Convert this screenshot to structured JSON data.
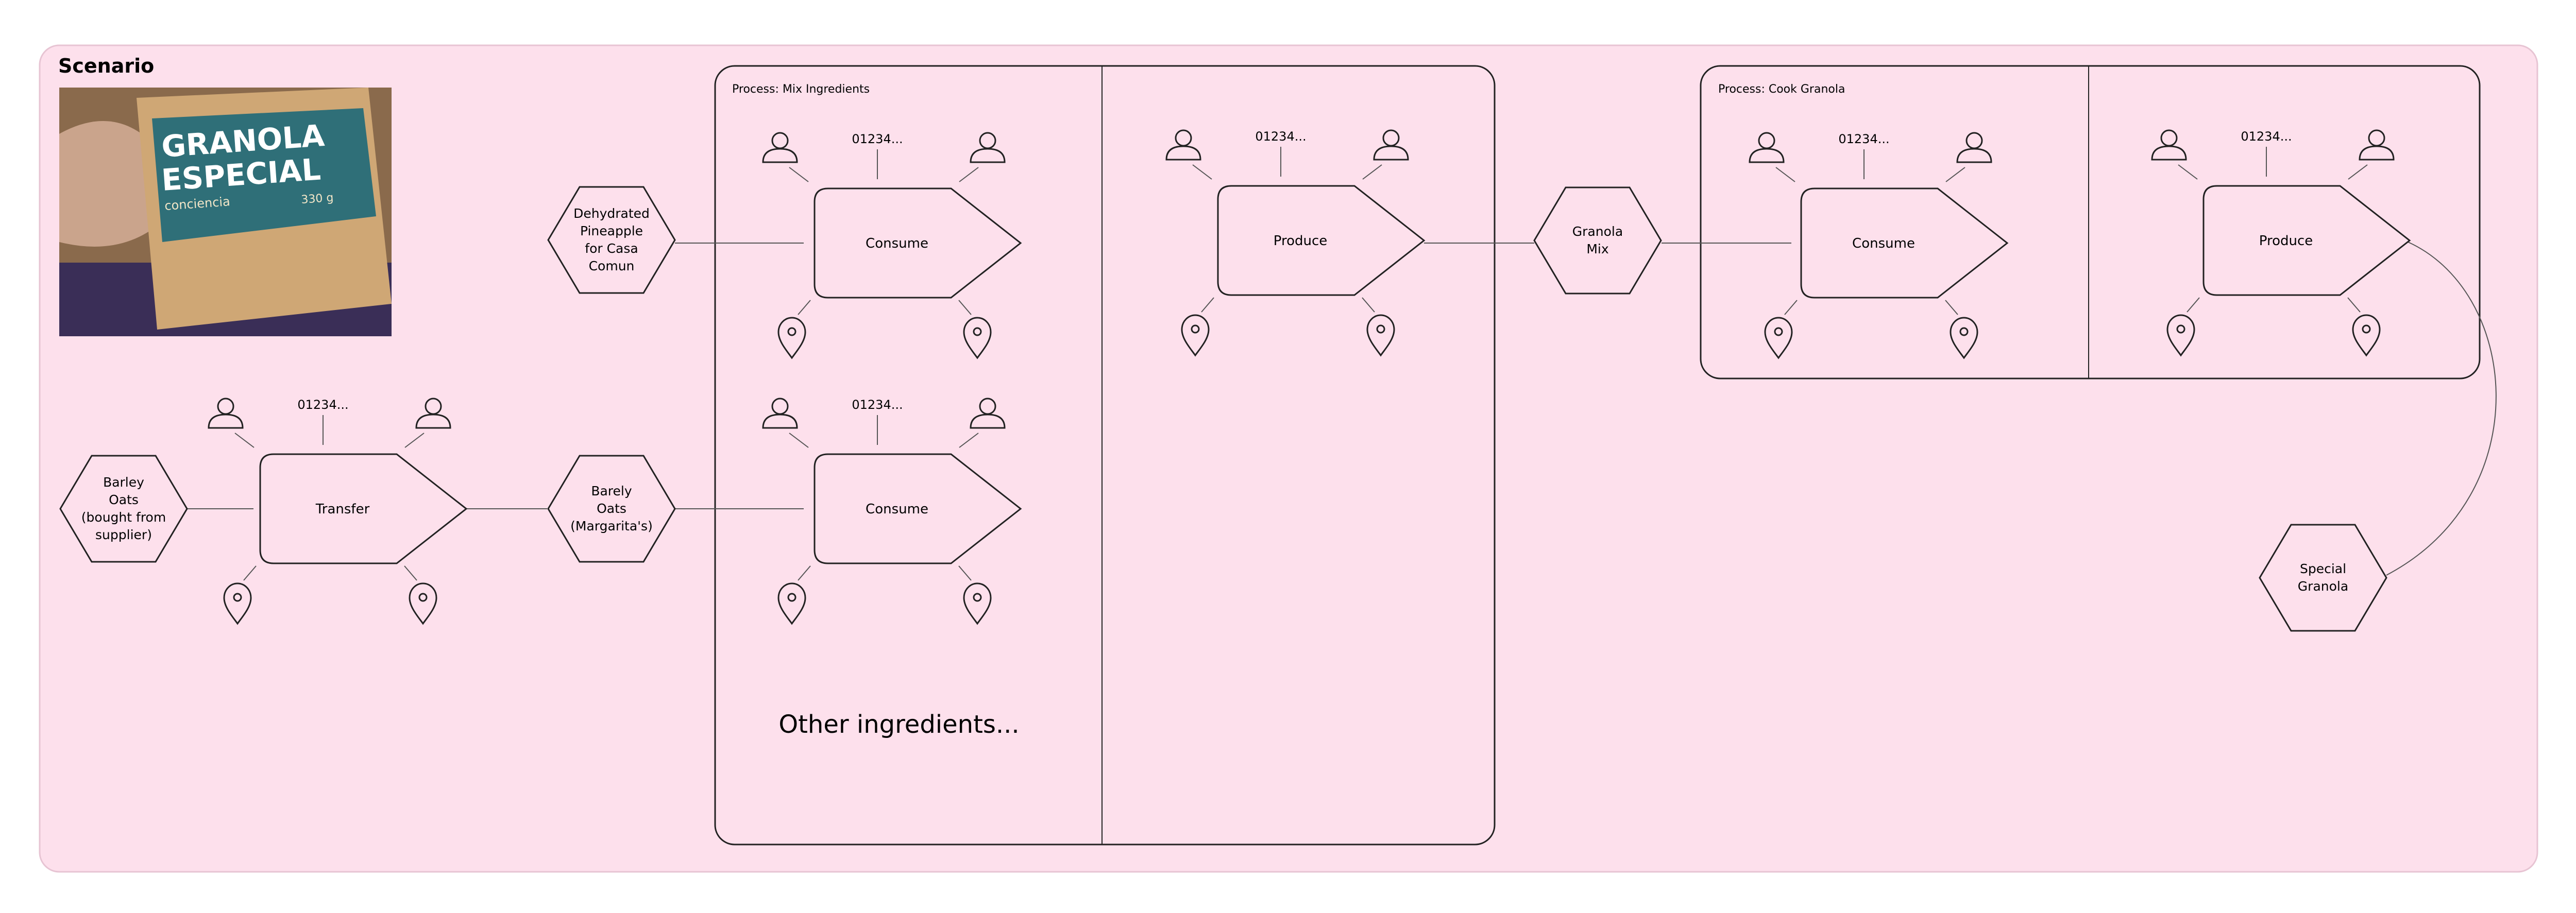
{
  "frame": {
    "title": "Scenario",
    "background": "#fde0ec",
    "border": "#e7c4d3"
  },
  "photo": {
    "description_icon": "granola-package-photo",
    "package_line1": "GRANOLA",
    "package_line2": "ESPECIAL",
    "brand": "conciencia",
    "weight": "330 g"
  },
  "processes": [
    {
      "title": "Process: Mix Ingredients",
      "note": "Other ingredients..."
    },
    {
      "title": "Process: Cook Granola"
    }
  ],
  "events": [
    {
      "label": "Consume",
      "id_text": "01234..."
    },
    {
      "label": "Consume",
      "id_text": "01234..."
    },
    {
      "label": "Produce",
      "id_text": "01234..."
    },
    {
      "label": "Consume",
      "id_text": "01234..."
    },
    {
      "label": "Produce",
      "id_text": "01234..."
    },
    {
      "label": "Transfer",
      "id_text": "01234..."
    }
  ],
  "resources": [
    {
      "lines": [
        "Dehydrated",
        "Pineapple",
        "for Casa",
        "Comun"
      ]
    },
    {
      "lines": [
        "Barley",
        "Oats",
        "(bought from",
        "supplier)"
      ]
    },
    {
      "lines": [
        "Barely",
        "Oats",
        "(Margarita's)"
      ]
    },
    {
      "lines": [
        "Granola",
        "Mix"
      ]
    },
    {
      "lines": [
        "Special",
        "Granola"
      ]
    }
  ],
  "icons": {
    "agent": "person-icon",
    "location": "map-pin-icon"
  }
}
